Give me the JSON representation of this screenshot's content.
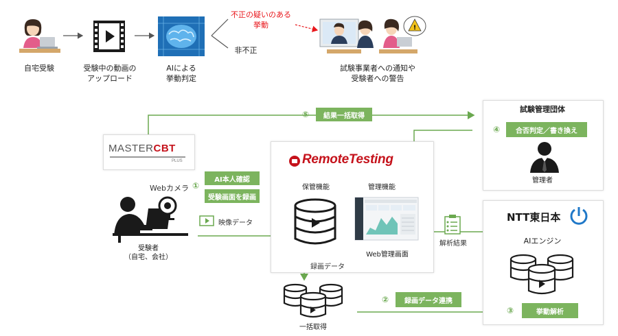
{
  "flow": {
    "step1": "自宅受験",
    "step2_l1": "受験中の動画の",
    "step2_l2": "アップロード",
    "step3_l1": "AIによる",
    "step3_l2": "挙動判定",
    "suspicious_l1": "不正の疑いのある",
    "suspicious_l2": "挙動",
    "not_fraud": "非不正",
    "result_l1": "試験事業者への通知や",
    "result_l2": "受験者への警告"
  },
  "diagram": {
    "bulk_fetch_num": "⑤",
    "bulk_fetch": "結果一括取得",
    "org_title": "試験管理団体",
    "judge_num": "④",
    "judge": "合否判定／書き換え",
    "admin": "管理者",
    "mastercbt_a": "MASTER",
    "mastercbt_b": "CBT",
    "mastercbt_plus": "PLUS",
    "remote_testing": "RemoteTesting",
    "webcam": "Webカメラ",
    "cam_num": "①",
    "ai_identity": "AI本人確認",
    "record": "受験画面を録画",
    "video_data": "映像データ",
    "examinee_l1": "受験者",
    "examinee_l2": "（自宅、会社）",
    "storage": "保管機能",
    "management": "管理機能",
    "web_screen": "Web管理画面",
    "recorded_data": "録画データ",
    "analysis_result": "解析結果",
    "ntt": "NTT東日本",
    "ai_engine": "AIエンジン",
    "batch_fetch": "一括取得",
    "link_num": "②",
    "link": "録画データ連携",
    "analysis_num": "③",
    "analysis": "挙動解析"
  },
  "colors": {
    "green": "#7cb45e",
    "red": "#e8161b",
    "brain": "#1f6fb6",
    "dark": "#1a1a1a"
  }
}
